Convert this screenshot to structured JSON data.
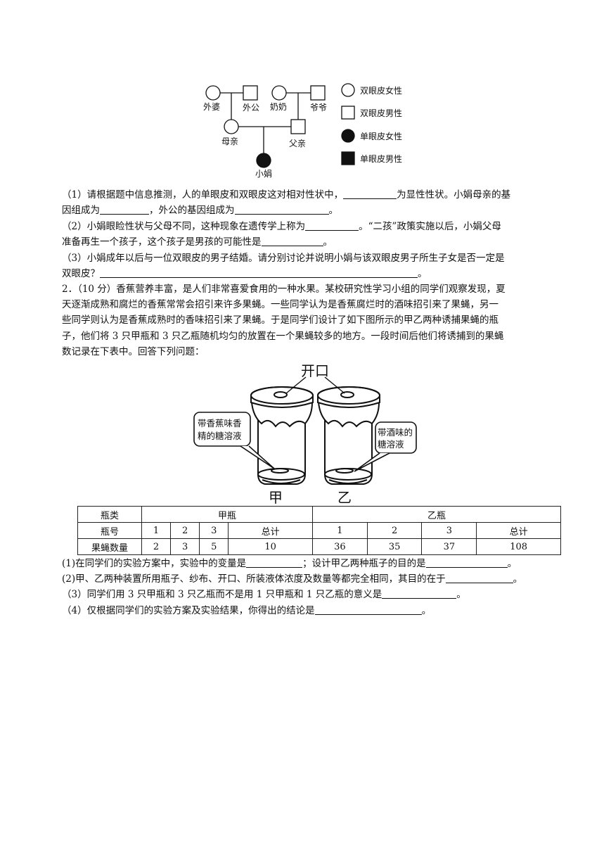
{
  "pedigree": {
    "members": {
      "grandma_maternal": "外婆",
      "grandpa_maternal": "外公",
      "grandma_paternal": "奶奶",
      "grandpa_paternal": "爷爷",
      "mother": "母亲",
      "father": "父亲",
      "child": "小娟"
    },
    "legend": [
      {
        "symbol": "open-circle",
        "label": "双眼皮女性"
      },
      {
        "symbol": "open-square",
        "label": "双眼皮男性"
      },
      {
        "symbol": "filled-circle",
        "label": "单眼皮女性"
      },
      {
        "symbol": "filled-square",
        "label": "单眼皮男性"
      }
    ]
  },
  "q1": {
    "p1": {
      "a": "（1）请根据题中信息推测，人的单眼皮和双眼皮这对相对性状中，",
      "b": "为显性性状。小娟母亲的基",
      "c": "因组成为",
      "d": "，外公的基因组成为",
      "e": "。"
    },
    "p2": {
      "a": "（2）小娟眼睑性状与父母不同，这种现象在遗传学上称为",
      "b": "。“二孩”政策实施以后，小娟父母",
      "c": "准备再生一个孩子，这个孩子是男孩的可能性是",
      "d": "。"
    },
    "p3": {
      "a": "（3）小娟成年以后与一位双眼皮的男子结婚。请分别讨论并说明小娟与该双眼皮男子所生子女是否一定是",
      "b": "双眼皮？",
      "c": "。"
    }
  },
  "q2": {
    "intro": {
      "l1": "2．（10 分）香蕉营养丰富，是人们非常喜爱食用的一种水果。某校研究性学习小组的同学们观察发现，夏",
      "l2": "天逐渐成熟和腐烂的香蕉常常会招引来许多果蝇。一些同学认为是香蕉腐烂时的酒味招引来了果蝇，另一",
      "l3": "些同学则认为是香蕉成熟时的香味招引来了果蝇。于是同学们设计了如下图所示的甲乙两种诱捕果蝇的瓶",
      "l4": "子，他们将 3 只甲瓶和 3 只乙瓶随机均匀的放置在一个果蝇较多的地方。一段时间后他们将诱捕到的果蝇",
      "l5": "数记录在下表中。回答下列问题："
    },
    "figure": {
      "top_label": "开口",
      "left_callout_1": "带香蕉味香",
      "left_callout_2": "精的糖溶液",
      "right_callout_1": "带酒味的",
      "right_callout_2": "糖溶液",
      "jar_a": "甲",
      "jar_b": "乙"
    },
    "table": {
      "h_type": "瓶类",
      "h_a": "甲瓶",
      "h_b": "乙瓶",
      "h_no": "瓶号",
      "h_count": "果蝇数量",
      "nums": [
        "1",
        "2",
        "3",
        "总计",
        "1",
        "2",
        "3",
        "总计"
      ],
      "counts": [
        "2",
        "3",
        "5",
        "10",
        "36",
        "35",
        "37",
        "108"
      ]
    },
    "questions": {
      "q1a": "(1)在同学们的实验方案中，实验中的变量是",
      "q1b": "；设计甲乙两种瓶子的目的是",
      "q1c": "。",
      "q2a": "(2)甲、乙两种装置所用瓶子、纱布、开口、所装液体浓度及数量等都完全相同，其目的在于",
      "q2b": "。",
      "q3a": "（3）同学们用 3 只甲瓶和 3 只乙瓶而不是用 1 只甲瓶和 1 只乙瓶的意义是",
      "q3b": "。",
      "q4a": "（4）仅根据同学们的实验方案及实验结果，你得出的结论是",
      "q4b": "。"
    }
  }
}
